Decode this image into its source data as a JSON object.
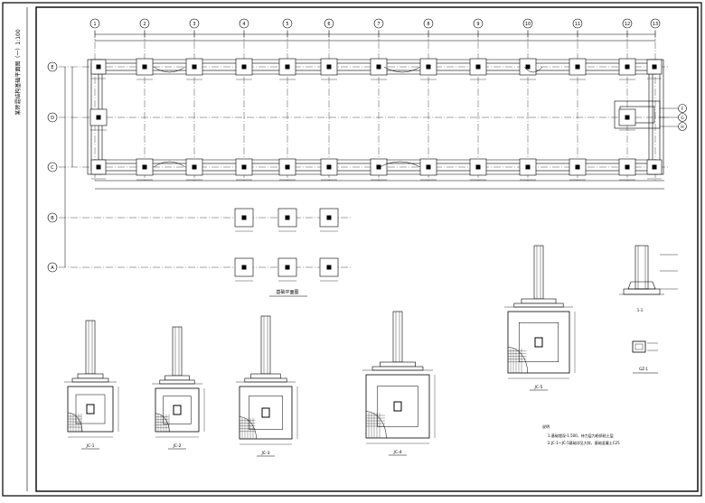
{
  "drawing": {
    "side_title": "某砖混结构基础平面图（一）1:100",
    "plan_title": "基础平面图",
    "axes_top": [
      "1",
      "2",
      "3",
      "4",
      "5",
      "6",
      "7",
      "8",
      "9",
      "10",
      "11",
      "12",
      "13"
    ],
    "axes_left": [
      "A",
      "B",
      "C",
      "D",
      "E"
    ],
    "axes_right": [
      "F",
      "G",
      "H"
    ],
    "footing_labels": [
      "JC-1",
      "JC-2",
      "JC-3",
      "JC-4",
      "JC-5"
    ],
    "detail_labels": [
      "1-1",
      "GZ-1"
    ],
    "notes_title": "说明",
    "notes_lines": [
      "1.基础埋深-1.500，持力层为粉质粘土层",
      "2.JC-1～JC-5基础详见大样，基础混凝土C25"
    ]
  },
  "colors": {
    "ink": "#000000",
    "paper": "#ffffff"
  }
}
